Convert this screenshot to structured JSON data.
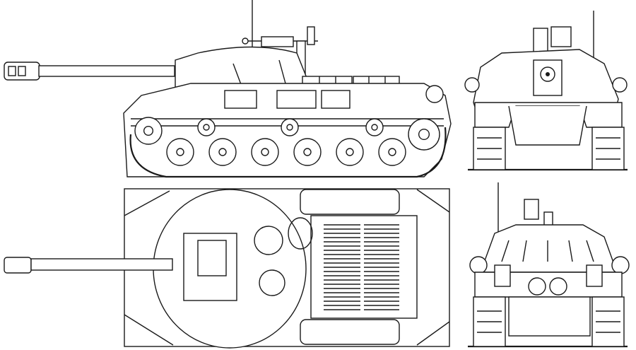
{
  "drawing": {
    "subject": "tank-technical-line-drawing",
    "views": [
      "side",
      "front",
      "top",
      "rear"
    ],
    "colors": {
      "line": "#1a1a1a",
      "paper": "#ffffff"
    }
  }
}
